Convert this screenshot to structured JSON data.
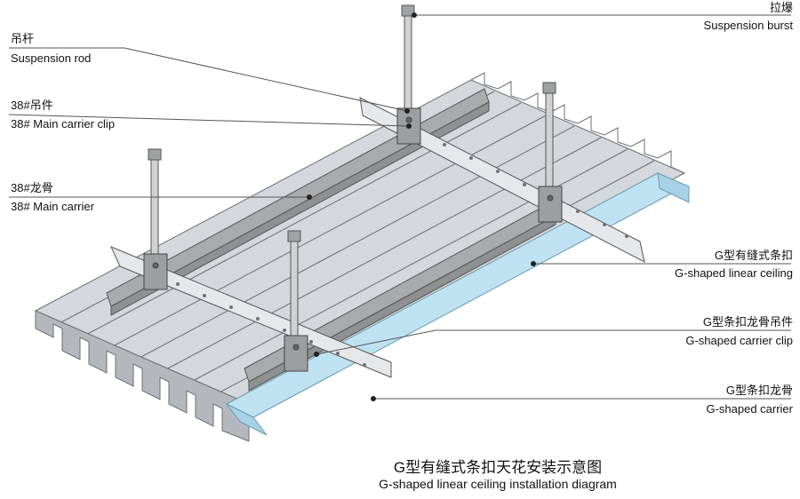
{
  "labels": {
    "suspension_rod": {
      "cn": "吊杆",
      "en": "Suspension rod"
    },
    "main_carrier_clip": {
      "cn": "38#吊件",
      "en": "38#  Main carrier clip"
    },
    "main_carrier": {
      "cn": "38#龙骨",
      "en": "38# Main carrier"
    },
    "suspension_burst": {
      "cn": "拉爆",
      "en": "Suspension burst"
    },
    "g_linear_ceiling": {
      "cn": "G型有缝式条扣",
      "en": "G-shaped linear ceiling"
    },
    "g_carrier_clip": {
      "cn": "G型条扣龙骨吊件",
      "en": "G-shaped carrier clip"
    },
    "g_carrier": {
      "cn": "G型条扣龙骨",
      "en": "G-shaped carrier"
    }
  },
  "title": {
    "cn": "G型有缝式条扣天花安装示意图",
    "en": "G-shaped linear ceiling installation diagram"
  },
  "colors": {
    "panel": "#d4d7db",
    "panel_shade": "#b4b8bd",
    "panel_edge": "#6b6f74",
    "carrier": "#a9aaab",
    "highlight_panel": "#bfe2f2",
    "stroke": "#333333"
  }
}
